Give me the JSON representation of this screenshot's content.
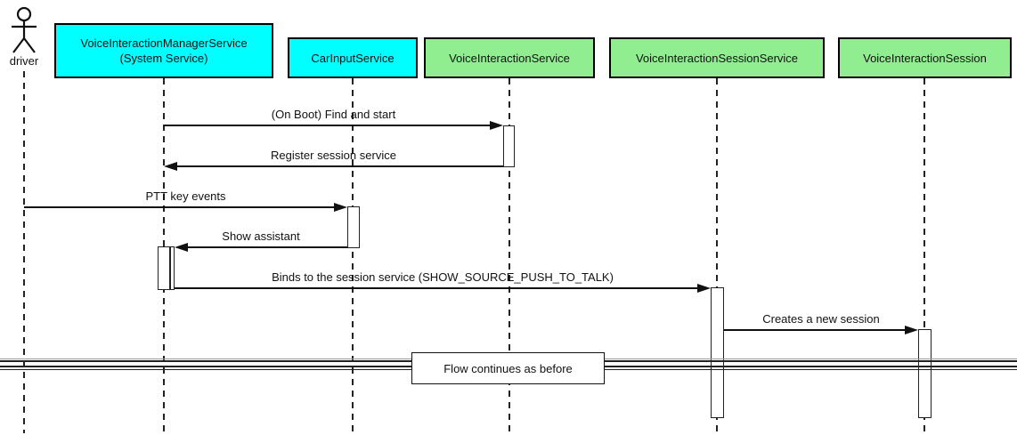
{
  "diagram_type": "uml-sequence-diagram",
  "colors": {
    "participant_cyan": "#00FFFF",
    "participant_green": "#90EE90",
    "line_black": "#111111",
    "background": "#FFFFFF"
  },
  "actor": {
    "label": "driver"
  },
  "participants": [
    {
      "id": "vims",
      "line1": "VoiceInteractionManagerService",
      "line2": "(System Service)",
      "color": "participant_cyan"
    },
    {
      "id": "cis",
      "line1": "CarInputService",
      "color": "participant_cyan"
    },
    {
      "id": "vis",
      "line1": "VoiceInteractionService",
      "color": "participant_green"
    },
    {
      "id": "viss",
      "line1": "VoiceInteractionSessionService",
      "color": "participant_green"
    },
    {
      "id": "vsession",
      "line1": "VoiceInteractionSession",
      "color": "participant_green"
    }
  ],
  "messages": [
    {
      "label": "(On Boot) Find and start",
      "from": "VoiceInteractionManagerService",
      "to": "VoiceInteractionService",
      "direction": "right"
    },
    {
      "label": "Register session service",
      "from": "VoiceInteractionService",
      "to": "VoiceInteractionManagerService",
      "direction": "left"
    },
    {
      "label": "PTT key events",
      "from": "driver",
      "to": "CarInputService",
      "direction": "right"
    },
    {
      "label": "Show assistant",
      "from": "CarInputService",
      "to": "VoiceInteractionManagerService",
      "direction": "left"
    },
    {
      "label": "Binds to the session service (SHOW_SOURCE_PUSH_TO_TALK)",
      "from": "VoiceInteractionManagerService",
      "to": "VoiceInteractionSessionService",
      "direction": "right"
    },
    {
      "label": "Creates a new session",
      "from": "VoiceInteractionSessionService",
      "to": "VoiceInteractionSession",
      "direction": "right"
    }
  ],
  "divider": {
    "label": "Flow continues as before"
  }
}
